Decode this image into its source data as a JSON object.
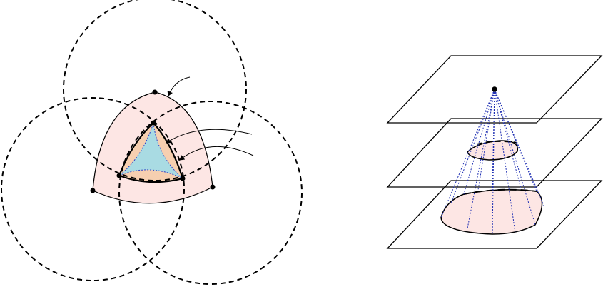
{
  "figure": {
    "title": "",
    "left_panel": {
      "description_visible_text": "",
      "colors": {
        "outer_region_fill": "#fde6e4",
        "middle_region_fill": "#f6cfb0",
        "inner_region_fill": "#a9dbe3",
        "dashed_circle_stroke": "#000000",
        "inner_dotted_stroke": "#2a40c9"
      },
      "circle_count": 3,
      "vertex_count": 6
    },
    "right_panel": {
      "plane_count": 3,
      "colors": {
        "plane_stroke": "#000000",
        "ray_stroke": "#1f2fb3",
        "section_fill": "#fde6e4"
      },
      "ray_count": 12
    }
  }
}
